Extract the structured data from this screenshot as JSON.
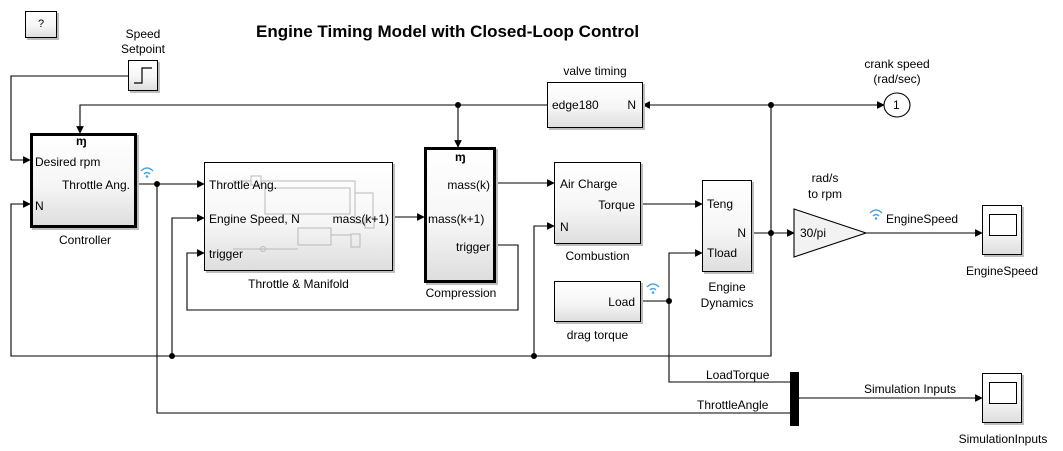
{
  "title": "Engine Timing Model with Closed-Loop Control",
  "help_button": "?",
  "blocks": {
    "speed_setpoint": {
      "label_line1": "Speed",
      "label_line2": "Setpoint"
    },
    "controller": {
      "name": "Controller",
      "ports": {
        "desired_rpm": "Desired rpm",
        "throttle_ang": "Throttle Ang.",
        "n": "N"
      }
    },
    "throttle_manifold": {
      "name": "Throttle & Manifold",
      "ports": {
        "throttle_ang": "Throttle Ang.",
        "engine_speed": "Engine Speed, N",
        "trigger": "trigger",
        "mass_k1": "mass(k+1)"
      }
    },
    "compression": {
      "name": "Compression",
      "ports": {
        "mass_k": "mass(k)",
        "mass_k1": "mass(k+1)",
        "trigger": "trigger"
      }
    },
    "valve_timing": {
      "name": "valve timing",
      "ports": {
        "edge180": "edge180",
        "n": "N"
      }
    },
    "combustion": {
      "name": "Combustion",
      "ports": {
        "air_charge": "Air Charge",
        "torque": "Torque",
        "n": "N"
      }
    },
    "drag_torque": {
      "name": "drag torque",
      "ports": {
        "load": "Load"
      }
    },
    "engine_dynamics": {
      "name_line1": "Engine",
      "name_line2": "Dynamics",
      "ports": {
        "teng": "Teng",
        "tload": "Tload",
        "n": "N"
      }
    },
    "gain": {
      "value": "30/pi",
      "label_line1": "rad/s",
      "label_line2": "to rpm"
    },
    "outport": {
      "number": "1",
      "label_line1": "crank speed",
      "label_line2": "(rad/sec)"
    },
    "scope_engine": {
      "name": "EngineSpeed"
    },
    "scope_sim": {
      "name": "SimulationInputs"
    }
  },
  "signals": {
    "engine_speed": "EngineSpeed",
    "load_torque": "LoadTorque",
    "throttle_angle": "ThrottleAngle",
    "simulation_inputs": "Simulation Inputs"
  },
  "colors": {
    "wire": "#000000",
    "stream_icon": "#4aa3df",
    "block_shadow": "#bdbdbd"
  }
}
